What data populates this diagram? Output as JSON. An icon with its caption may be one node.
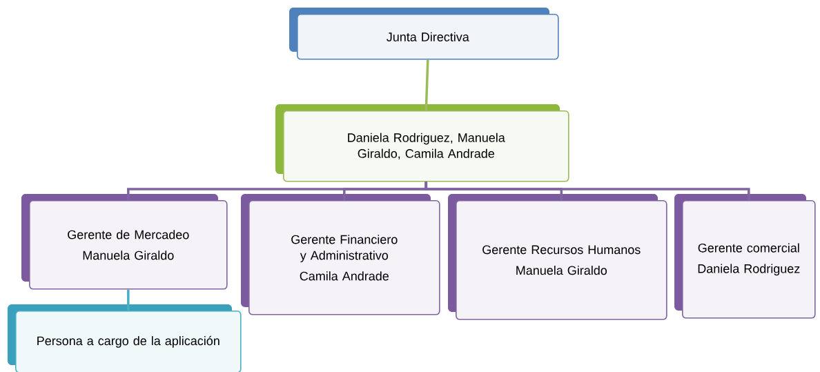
{
  "diagram": {
    "nodes": [
      {
        "text": [
          "Junta Directiva"
        ]
      },
      {
        "text": [
          "Daniela Rodriguez, Manuela Giraldo, Camila Andrade"
        ]
      },
      {
        "text": [
          "Gerente de Mercadeo",
          "Manuela Giraldo"
        ]
      },
      {
        "text": [
          "Gerente Financiero y Administrativo",
          "Camila Andrade"
        ]
      },
      {
        "text": [
          "Gerente Recursos Humanos",
          "Manuela Giraldo"
        ]
      },
      {
        "text": [
          "Gerente comercial",
          "Daniela Rodriguez"
        ]
      },
      {
        "text": [
          "Persona a cargo de la aplicación"
        ]
      }
    ],
    "edges": [
      {
        "from": 0,
        "to": 1,
        "arrow": "none",
        "color": "#9bbb59"
      },
      {
        "from": 1,
        "to": 2,
        "arrow": "none"
      },
      {
        "from": 1,
        "to": 3,
        "arrow": "none"
      },
      {
        "from": 1,
        "to": 4,
        "arrow": "none"
      },
      {
        "from": 1,
        "to": 5,
        "arrow": "none"
      },
      {
        "from": 2,
        "to": 6,
        "arrow": "none",
        "color": "#4bacc6"
      }
    ]
  }
}
